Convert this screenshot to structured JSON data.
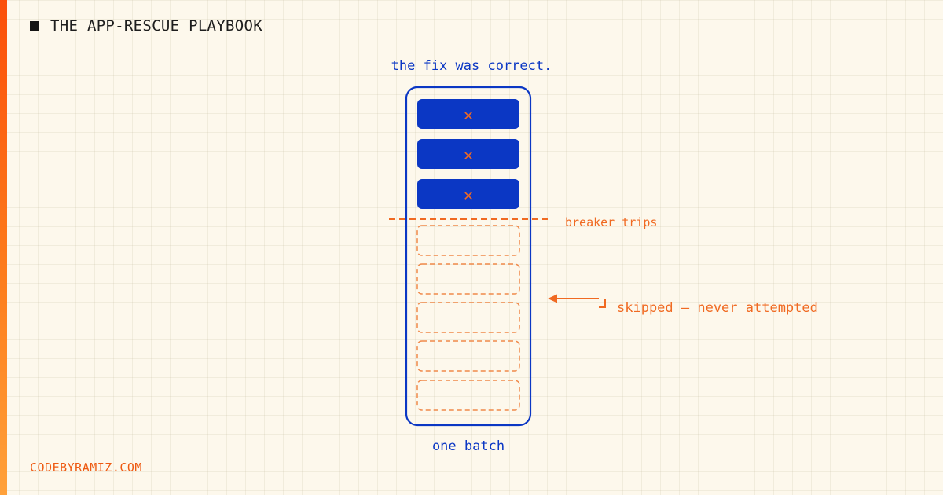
{
  "header": {
    "title": "THE APP-RESCUE PLAYBOOK"
  },
  "diagram": {
    "caption_top": "the fix was correct.",
    "caption_bottom": "one batch",
    "breaker_label": "breaker trips",
    "skipped_label": "skipped – never attempted",
    "failed_mark": "✕",
    "failed_count": 3,
    "skipped_count": 5
  },
  "footer": {
    "url": "CODEBYRAMIZ.COM"
  },
  "colors": {
    "blue": "#0b37c4",
    "orange": "#f06a22",
    "background": "#fdf8ec"
  }
}
